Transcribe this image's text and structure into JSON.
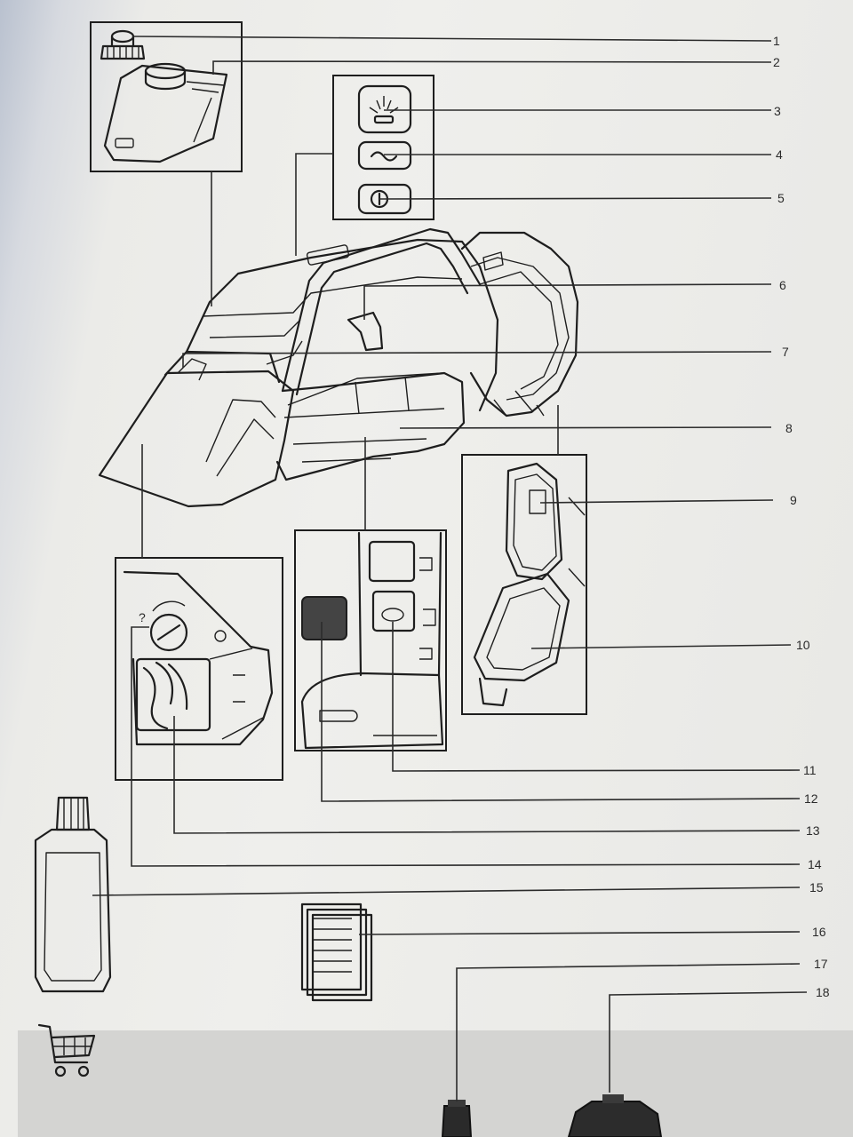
{
  "diagram": {
    "callouts": [
      {
        "label": "1"
      },
      {
        "label": "2"
      },
      {
        "label": "3"
      },
      {
        "label": "4"
      },
      {
        "label": "5"
      },
      {
        "label": "6"
      },
      {
        "label": "7"
      },
      {
        "label": "8"
      },
      {
        "label": "9"
      },
      {
        "label": "10"
      },
      {
        "label": "11"
      },
      {
        "label": "12"
      },
      {
        "label": "13"
      },
      {
        "label": "14"
      },
      {
        "label": "15"
      },
      {
        "label": "16"
      },
      {
        "label": "17"
      },
      {
        "label": "18"
      }
    ],
    "icons": {
      "shopping_cart": "shopping-cart-icon",
      "document": "document-stack-icon",
      "spray_button": "spray-button-icon",
      "wave_button": "wave-button-icon",
      "power_button": "power-button-icon"
    },
    "colors": {
      "ink": "#1e1e1e",
      "paper": "#efefec",
      "bottom_band": "#d2d2d0"
    }
  }
}
